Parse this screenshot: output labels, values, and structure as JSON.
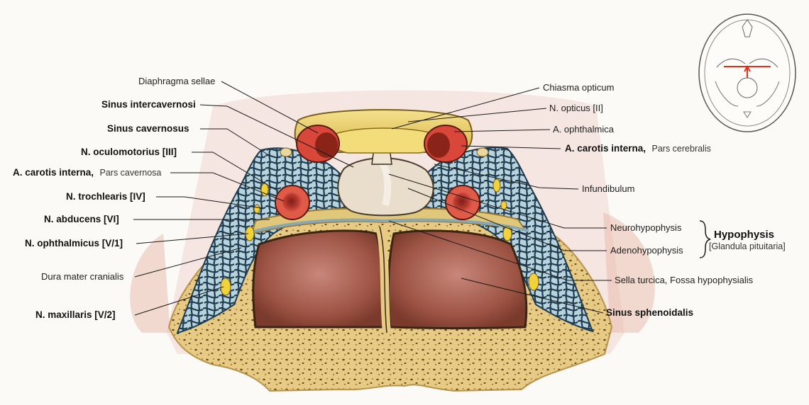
{
  "labels": {
    "diaphragma_sellae": "Diaphragma sellae",
    "sinus_intercavernosi": "Sinus intercavernosi",
    "sinus_cavernosus": "Sinus cavernosus",
    "n_oculomotorius": "N. oculomotorius [III]",
    "a_carotis_interna_left_bold": "A. carotis interna,",
    "a_carotis_interna_left_part": "Pars cavernosa",
    "n_trochlearis": "N. trochlearis [IV]",
    "n_abducens": "N. abducens [VI]",
    "n_ophthalmicus": "N. ophthalmicus [V/1]",
    "dura_mater": "Dura mater cranialis",
    "n_maxillaris": "N. maxillaris [V/2]",
    "chiasma_opticum": "Chiasma opticum",
    "n_opticus": "N. opticus [II]",
    "a_ophthalmica": "A. ophthalmica",
    "a_carotis_interna_right_bold": "A. carotis interna,",
    "a_carotis_interna_right_part": "Pars cerebralis",
    "infundibulum": "Infundibulum",
    "neurohypophysis": "Neurohypophysis",
    "adenohypophysis": "Adenohypophysis",
    "hypophysis": "Hypophysis",
    "glandula_pituitaria": "[Glandula pituitaria]",
    "sella_turcica": "Sella turcica, Fossa hypophysialis",
    "sinus_sphenoidalis": "Sinus sphenoidalis"
  },
  "colors": {
    "bone": "#e9cf8a",
    "bone_dark": "#c9a85a",
    "sinus_cavity": "#a4574a",
    "artery": "#d8473a",
    "nerve": "#f0d23a",
    "venous_sinus": "#37677f",
    "dura": "#b9d3dc",
    "chiasm": "#f1d36b",
    "background": "#fbfaf7"
  },
  "icons": {
    "skull_inset": "skull-base-orientation-icon"
  }
}
